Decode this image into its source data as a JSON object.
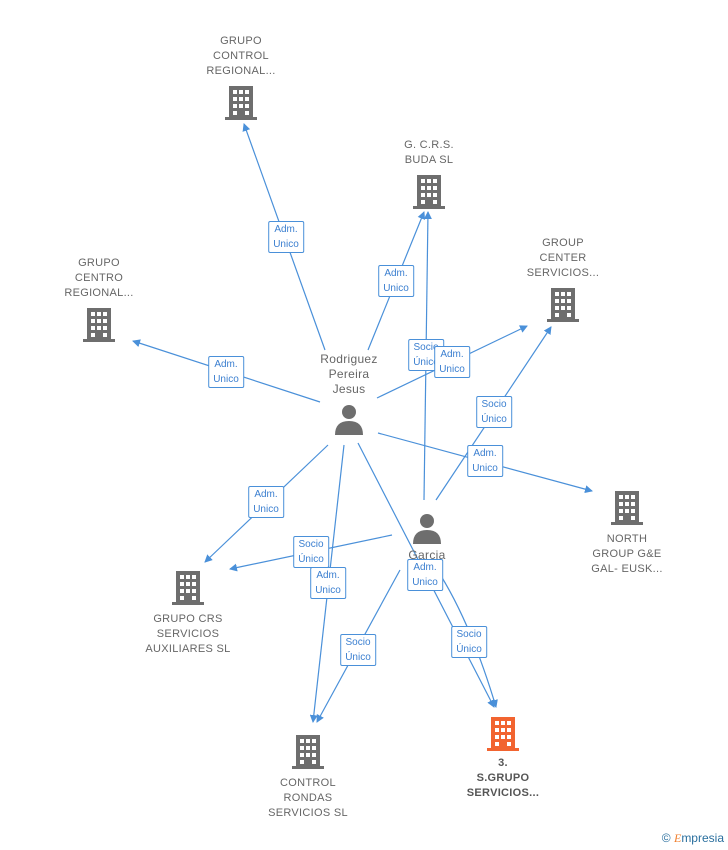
{
  "nodes": {
    "grupo_control": "GRUPO\nCONTROL\nREGIONAL...",
    "gcrs_buda": "G. C.R.S.\nBUDA  SL",
    "group_center": "GROUP\nCENTER\nSERVICIOS...",
    "grupo_centro": "GRUPO\nCENTRO\nREGIONAL...",
    "rodriguez": "Rodriguez\nPereira\nJesus",
    "north_group": "NORTH\nGROUP G&E\nGAL- EUSK...",
    "grupo_crs": "GRUPO CRS\nSERVICIOS\nAUXILIARES SL",
    "garcia": "Garcia\nLu...a",
    "control_rondas": "CONTROL\nRONDAS\nSERVICIOS  SL",
    "focus_company": "3.\nS.GRUPO\nSERVICIOS..."
  },
  "edge_labels": {
    "adm_unico": "Adm.\nUnico",
    "socio_unico": "Socio\nÚnico"
  },
  "colors": {
    "edge": "#4a90d9",
    "company_icon": "#6e6e6e",
    "focus_icon": "#f26430",
    "person_icon": "#6e6e6e"
  },
  "watermark": {
    "symbol": "©",
    "brand_initial": "E",
    "brand_rest": "mpresia"
  }
}
